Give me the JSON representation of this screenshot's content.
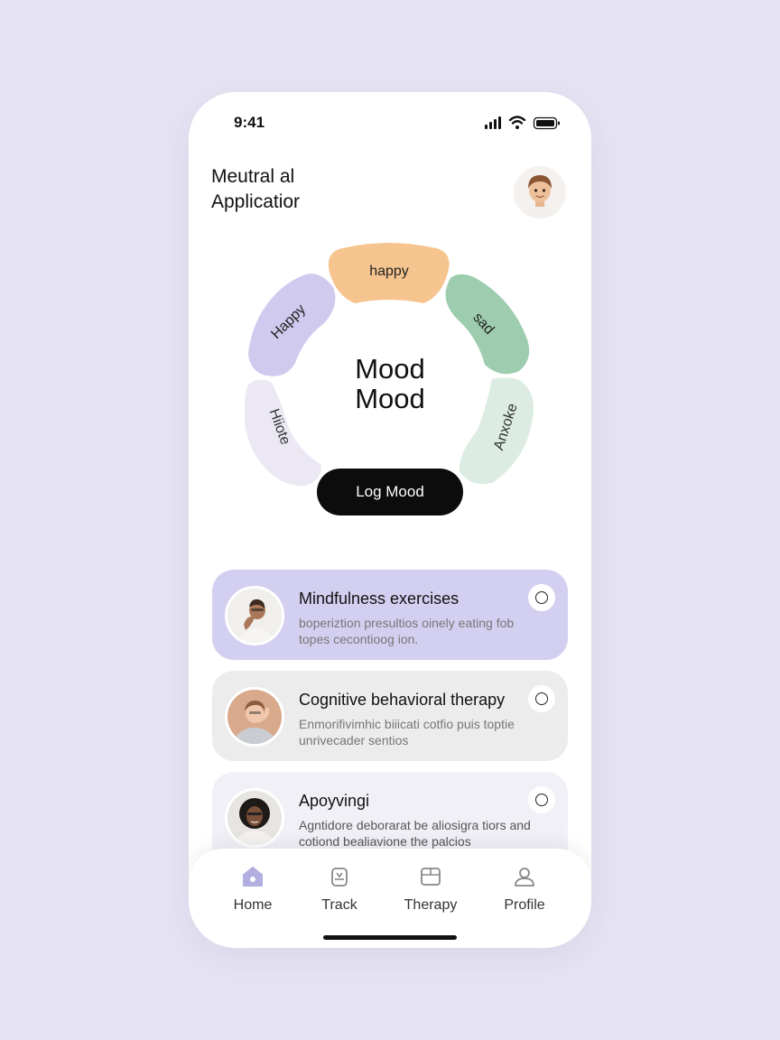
{
  "status_bar": {
    "time": "9:41"
  },
  "header": {
    "app_title_line1": "Meutral al",
    "app_title_line2": "Applicatior"
  },
  "mood_wheel": {
    "center_line1": "Mood",
    "center_line2": "Mood",
    "segments": [
      {
        "label": "happy",
        "color": "#f6c48e"
      },
      {
        "label": "sad",
        "color": "#9dccae"
      },
      {
        "label": "Anxoke",
        "color": "#dcece2"
      },
      {
        "label": "Hiiote",
        "color": "#ebe8f3"
      },
      {
        "label": "Happy",
        "color": "#cfcaee"
      }
    ],
    "log_button_label": "Log Mood"
  },
  "cards": [
    {
      "title": "Mindfulness exercises",
      "desc": "boperiztion presultios oinely eating fob topes cecontioog ion.",
      "bg": "#d3cff0"
    },
    {
      "title": "Cognitive behavioral therapy",
      "desc": "Enmorifivimhic biiicati cotfio puis toptie unrivecader sentios",
      "bg": "#ececec"
    },
    {
      "title": "Apoyvingi",
      "desc": "Agntidore deborarat be aliosigra tiors and cotiond bealiavione the palcios",
      "bg": "#f2f0f7"
    }
  ],
  "nav": {
    "home": "Home",
    "track": "Track",
    "therapy": "Therapy",
    "profile": "Profile"
  },
  "colors": {
    "accent": "#b3aee0",
    "button": "#0c0c0c"
  }
}
